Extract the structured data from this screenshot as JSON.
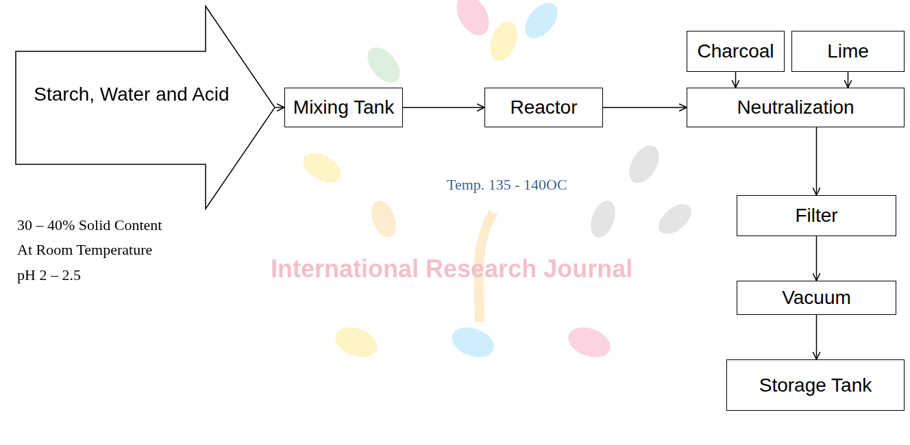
{
  "diagram": {
    "nodes": [
      {
        "text": [
          "Starch, Water and Acid"
        ]
      },
      {
        "text": [
          "Mixing Tank"
        ]
      },
      {
        "text": [
          "Reactor"
        ]
      },
      {
        "text": [
          "Charcoal"
        ]
      },
      {
        "text": [
          "Lime"
        ]
      },
      {
        "text": [
          "Neutralization"
        ]
      },
      {
        "text": [
          "Filter"
        ]
      },
      {
        "text": [
          "Vacuum"
        ]
      },
      {
        "text": [
          "Storage Tank"
        ]
      }
    ],
    "edges": [
      {
        "from": 0,
        "to": 1,
        "arrow": "to"
      },
      {
        "from": 1,
        "to": 2,
        "arrow": "to"
      },
      {
        "from": 2,
        "to": 5,
        "arrow": "to"
      },
      {
        "from": 3,
        "to": 5,
        "arrow": "to"
      },
      {
        "from": 4,
        "to": 5,
        "arrow": "to"
      },
      {
        "from": 5,
        "to": 6,
        "arrow": "to"
      },
      {
        "from": 6,
        "to": 7,
        "arrow": "to"
      },
      {
        "from": 7,
        "to": 8,
        "arrow": "to"
      }
    ],
    "labels": [
      "Temp. 135 - 140OC",
      "30 – 40% Solid Content",
      "At Room Temperature",
      "pH 2 – 2.5",
      "International Research Journal"
    ]
  }
}
